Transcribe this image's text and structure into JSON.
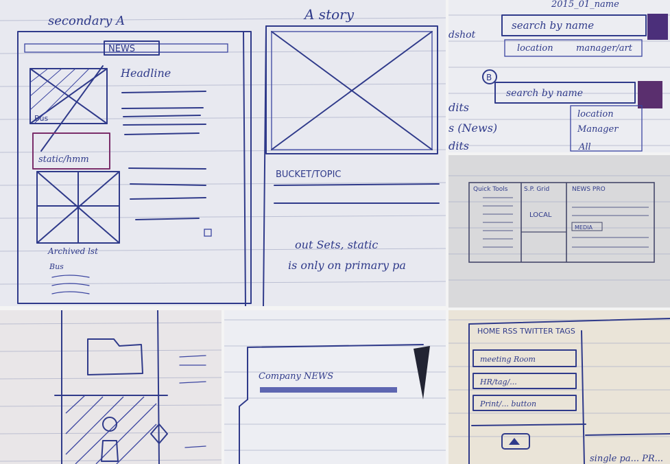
{
  "photos": [
    {
      "id": "sketch-secondary-a",
      "title": "secondary A",
      "news_label": "NEWS",
      "headline_label": "Headline",
      "sub_label": "Bus",
      "static_label": "static/hmm",
      "archive_label": "Archived lst",
      "archive_sub": "Bus"
    },
    {
      "id": "sketch-a-story",
      "title": "A story",
      "bottom_label": "BUCKET/TOPIC",
      "bottom_note_1": "out Sets, static",
      "bottom_note_2": "is only on primary pa"
    },
    {
      "id": "sketch-search",
      "top_partial": "2015_01_name",
      "sidebar_partial_1": "dshot",
      "search_a": "search by name",
      "tabs_a": [
        "location",
        "manager/art"
      ],
      "marker_b": "B",
      "search_b": "search by name",
      "dropdown_b": [
        "location",
        "Manager",
        "All"
      ],
      "left_partial": [
        "dits",
        "s (News)",
        "dits"
      ]
    },
    {
      "id": "sketch-three-column",
      "col1_title": "Quick Tools",
      "col2_title": "S.P. Grid",
      "col2_body": "LOCAL",
      "col3_title": "NEWS PRO",
      "col3_tag": "MEDIA"
    },
    {
      "id": "sketch-folder-avatar"
    },
    {
      "id": "sketch-company-news",
      "heading": "Company NEWS"
    },
    {
      "id": "sketch-home-rss",
      "nav": "HOME  RSS  TWITTER  TAGS",
      "btn1": "meeting Room",
      "btn2": "HR/tag/...",
      "btn3": "Print/... button",
      "bottom_note": "single pa... PR..."
    }
  ]
}
